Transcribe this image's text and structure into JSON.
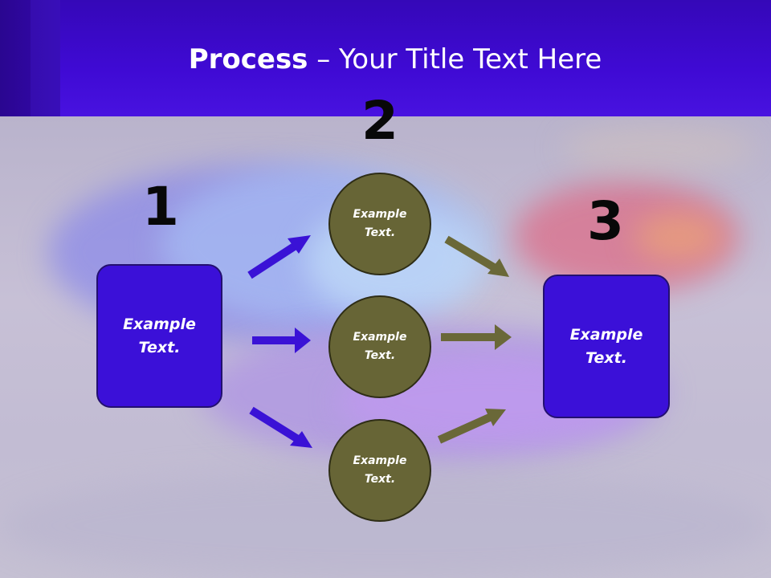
{
  "title": {
    "bold": "Process",
    "rest": " – Your Title Text Here"
  },
  "steps": [
    {
      "number": "1"
    },
    {
      "number": "2"
    },
    {
      "number": "3"
    }
  ],
  "left_box": {
    "label": "Example Text."
  },
  "circles": [
    {
      "label": "Example Text."
    },
    {
      "label": "Example Text."
    },
    {
      "label": "Example Text."
    }
  ],
  "right_box": {
    "label": "Example Text."
  },
  "colors": {
    "header": "#3f0ad4",
    "box_fill": "#3b10d8",
    "circle_fill": "#676536",
    "arrow_blue": "#3a12d6",
    "arrow_olive": "#6a6838",
    "number_text": "#080808",
    "title_text": "#ffffff"
  }
}
